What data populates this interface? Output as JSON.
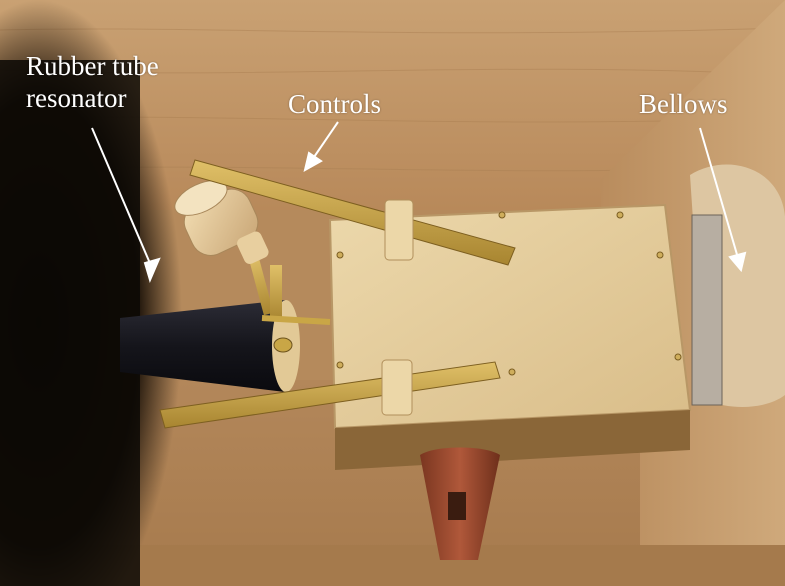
{
  "labels": {
    "resonator_line1": "Rubber tube",
    "resonator_line2": "resonator",
    "controls": "Controls",
    "bellows": "Bellows"
  },
  "colors": {
    "wood_wall": "#c49a6c",
    "wood_floor": "#b98d5f",
    "shadow": "#1a1208",
    "leather": "#e4cc9a",
    "brass": "#c9a646",
    "rubber_tube": "#1c1c24",
    "terracotta_pipe": "#9a4a2c",
    "label_text": "#ffffff"
  }
}
